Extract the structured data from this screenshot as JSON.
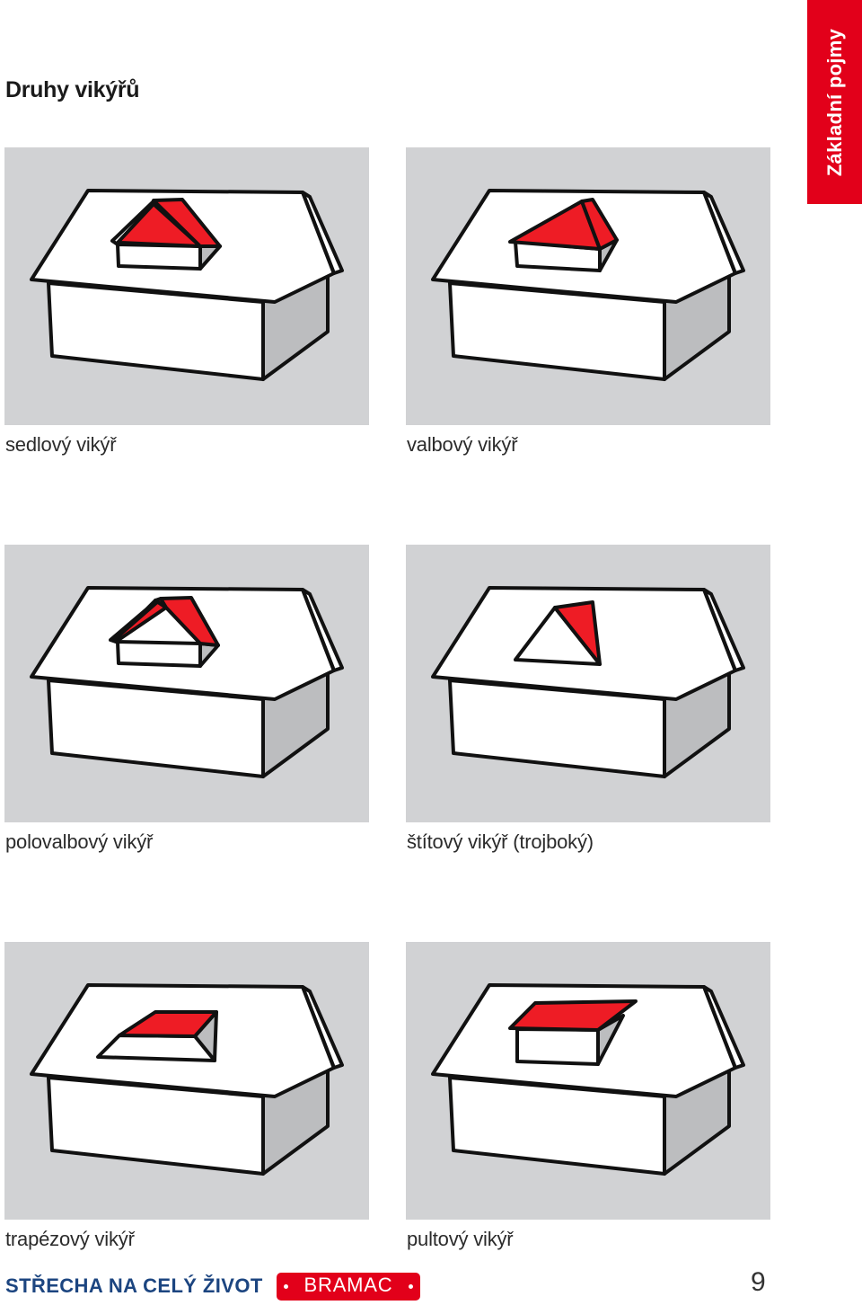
{
  "header": {
    "title": "Druhy vikýřů",
    "section_tab": "Základní pojmy"
  },
  "colors": {
    "accent_red": "#e2001a",
    "dormer_red": "#ee1c25",
    "panel_gray": "#d1d2d4",
    "footer_blue": "#1c4580"
  },
  "dormers": [
    {
      "label": "sedlový vikýř",
      "icon": "gable-dormer-icon"
    },
    {
      "label": "valbový vikýř",
      "icon": "hipped-dormer-icon"
    },
    {
      "label": "polovalbový vikýř",
      "icon": "half-hipped-dormer-icon"
    },
    {
      "label": "štítový vikýř (trojboký)",
      "icon": "triangular-dormer-icon"
    },
    {
      "label": "trapézový vikýř",
      "icon": "trapezoid-dormer-icon"
    },
    {
      "label": "pultový vikýř",
      "icon": "shed-dormer-icon"
    }
  ],
  "footer": {
    "slogan": "STŘECHA NA CELÝ ŽIVOT",
    "brand": "BRAMAC",
    "page_number": "9"
  }
}
